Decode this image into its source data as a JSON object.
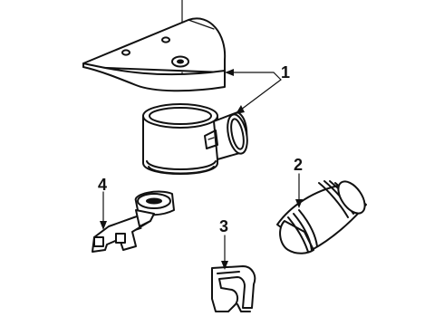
{
  "callouts": [
    {
      "id": "1",
      "label": "1"
    },
    {
      "id": "2",
      "label": "2"
    },
    {
      "id": "3",
      "label": "3"
    },
    {
      "id": "4",
      "label": "4"
    }
  ],
  "colors": {
    "ink": "#111111",
    "paper": "#ffffff"
  }
}
